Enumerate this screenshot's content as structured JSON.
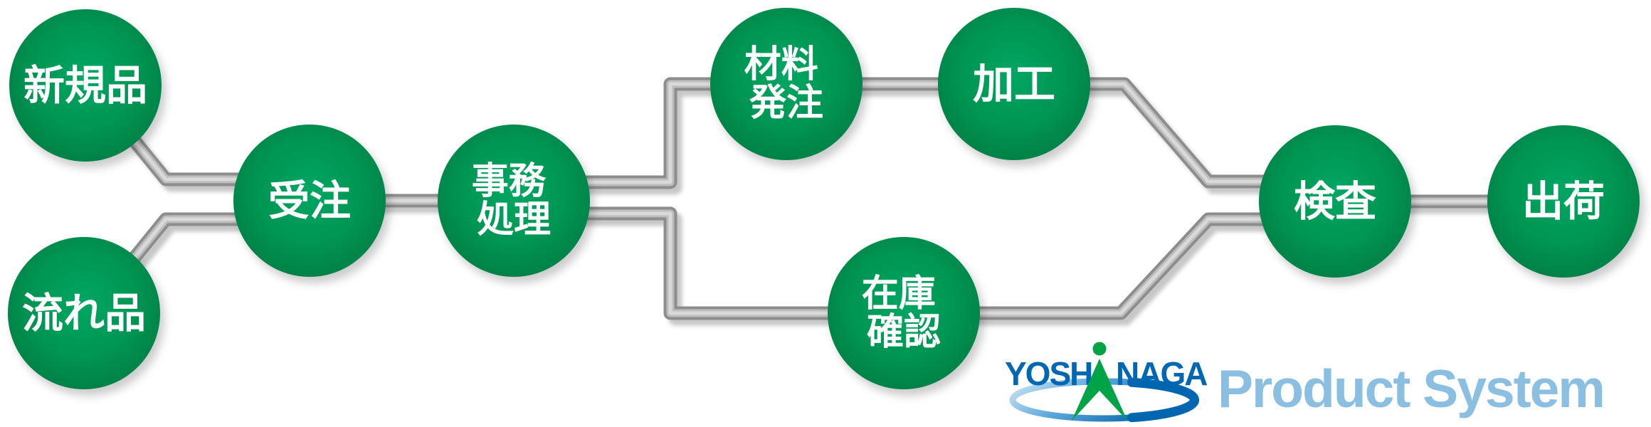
{
  "diagram": {
    "description": "Production flow diagram",
    "nodes": [
      {
        "id": "shinkihin",
        "lines": [
          "新規品"
        ]
      },
      {
        "id": "nagarehin",
        "lines": [
          "流れ品"
        ]
      },
      {
        "id": "juchu",
        "lines": [
          "受注"
        ]
      },
      {
        "id": "jimushori",
        "lines": [
          "事務",
          "処理"
        ]
      },
      {
        "id": "zairyohacchu",
        "lines": [
          "材料",
          "発注"
        ]
      },
      {
        "id": "kako",
        "lines": [
          "加工"
        ]
      },
      {
        "id": "zaikokakunin",
        "lines": [
          "在庫",
          "確認"
        ]
      },
      {
        "id": "kensa",
        "lines": [
          "検査"
        ]
      },
      {
        "id": "shukka",
        "lines": [
          "出荷"
        ]
      }
    ],
    "edges": [
      {
        "from": "shinkihin",
        "to": "juchu"
      },
      {
        "from": "nagarehin",
        "to": "juchu"
      },
      {
        "from": "juchu",
        "to": "jimushori"
      },
      {
        "from": "jimushori",
        "to": "zairyohacchu"
      },
      {
        "from": "jimushori",
        "to": "zaikokakunin"
      },
      {
        "from": "zairyohacchu",
        "to": "kako"
      },
      {
        "from": "kako",
        "to": "kensa"
      },
      {
        "from": "zaikokakunin",
        "to": "kensa"
      },
      {
        "from": "kensa",
        "to": "shukka"
      }
    ]
  },
  "logo": {
    "brand_left": "YOSH",
    "brand_right": "NAGA",
    "product_text": "Product System"
  },
  "colors": {
    "node_green": "#009553",
    "node_green_highlight": "#00a763",
    "node_green_edge": "#00713a",
    "node_text": "#ffffff",
    "tube_outer": "#8d8d8d",
    "tube_mid": "#bdbdbd",
    "tube_core": "#d9d9d9",
    "logo_blue": "#0068b3",
    "logo_light_blue": "#8abfe2",
    "logo_tree_green": "#00a345"
  }
}
